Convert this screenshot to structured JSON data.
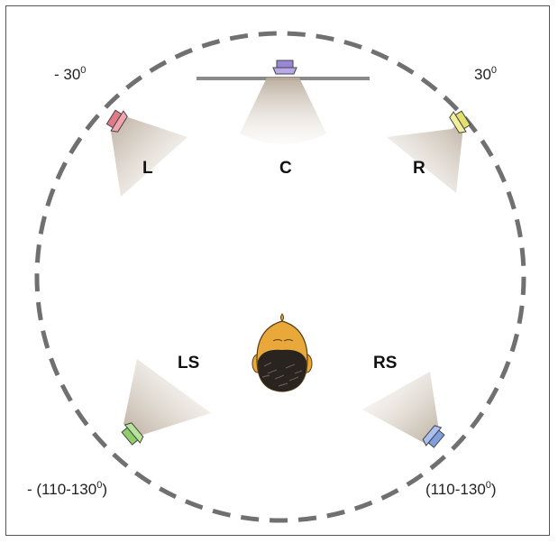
{
  "diagram": {
    "speakers": [
      {
        "id": "C",
        "label": "C",
        "color": "#9a88d6"
      },
      {
        "id": "L",
        "label": "L",
        "color": "#e07a86"
      },
      {
        "id": "R",
        "label": "R",
        "color": "#e4e06e"
      },
      {
        "id": "LS",
        "label": "LS",
        "color": "#8fce6a"
      },
      {
        "id": "RS",
        "label": "RS",
        "color": "#7f9fe0"
      }
    ],
    "angles": {
      "left": {
        "prefix": "- 30",
        "sup": "0",
        "suffix": ""
      },
      "right": {
        "prefix": "30",
        "sup": "0",
        "suffix": ""
      },
      "rear_left": {
        "prefix": "- (110-130",
        "sup": "0",
        "suffix": ")"
      },
      "rear_right": {
        "prefix": "(110-130",
        "sup": "0",
        "suffix": ")"
      }
    },
    "colors": {
      "circle": "#707070",
      "screen_bar": "#8a8a8a",
      "beam": "#c9bdb0",
      "head_skin": "#e8a93a",
      "head_hair": "#2a2420"
    }
  }
}
